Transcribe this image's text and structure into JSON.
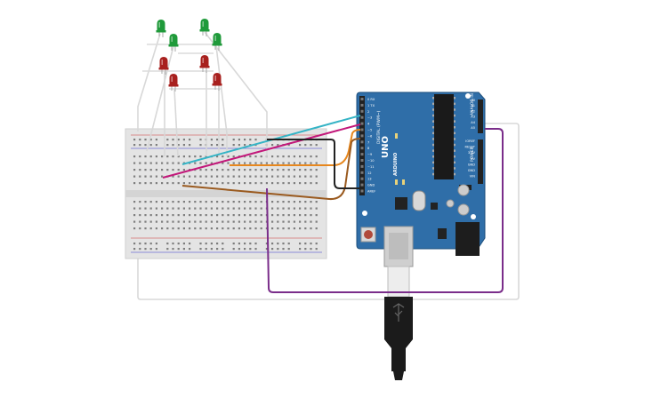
{
  "board": {
    "brand": "ARDUINO",
    "model": "UNO",
    "digital_header_label": "DIGITAL (PWM~)",
    "power_header_label": "POWER",
    "analog_header_label": "ANALOG IN",
    "led_labels": [
      "TX",
      "RX",
      "L"
    ],
    "digital_pins": [
      "0 RX",
      "1 TX",
      "2",
      "~3",
      "4",
      "~5",
      "~6",
      "7",
      "8",
      "~9",
      "~10",
      "~11",
      "12",
      "13",
      "GND",
      "AREF"
    ],
    "power_pins": [
      "IOREF",
      "RESET",
      "3.3V",
      "5V",
      "GND",
      "GND",
      "VIN"
    ],
    "analog_pins": [
      "A0",
      "A1",
      "A2",
      "A3",
      "A4",
      "A5"
    ]
  },
  "colors": {
    "board": "#2f6ea8",
    "breadboard": "#e6e6e6",
    "led_green": "#1f9a3a",
    "led_red": "#a8201e",
    "wire_cyan": "#35b4c6",
    "wire_magenta": "#c2187a",
    "wire_orange": "#e7871d",
    "wire_brown": "#9a5a1f",
    "wire_black": "#222222",
    "wire_purple": "#7a2d8a"
  },
  "leds": [
    {
      "color": "green",
      "name": "led-green-1"
    },
    {
      "color": "green",
      "name": "led-green-2"
    },
    {
      "color": "green",
      "name": "led-green-3"
    },
    {
      "color": "green",
      "name": "led-green-4"
    },
    {
      "color": "red",
      "name": "led-red-1"
    },
    {
      "color": "red",
      "name": "led-red-2"
    },
    {
      "color": "red",
      "name": "led-red-3"
    },
    {
      "color": "red",
      "name": "led-red-4"
    }
  ]
}
